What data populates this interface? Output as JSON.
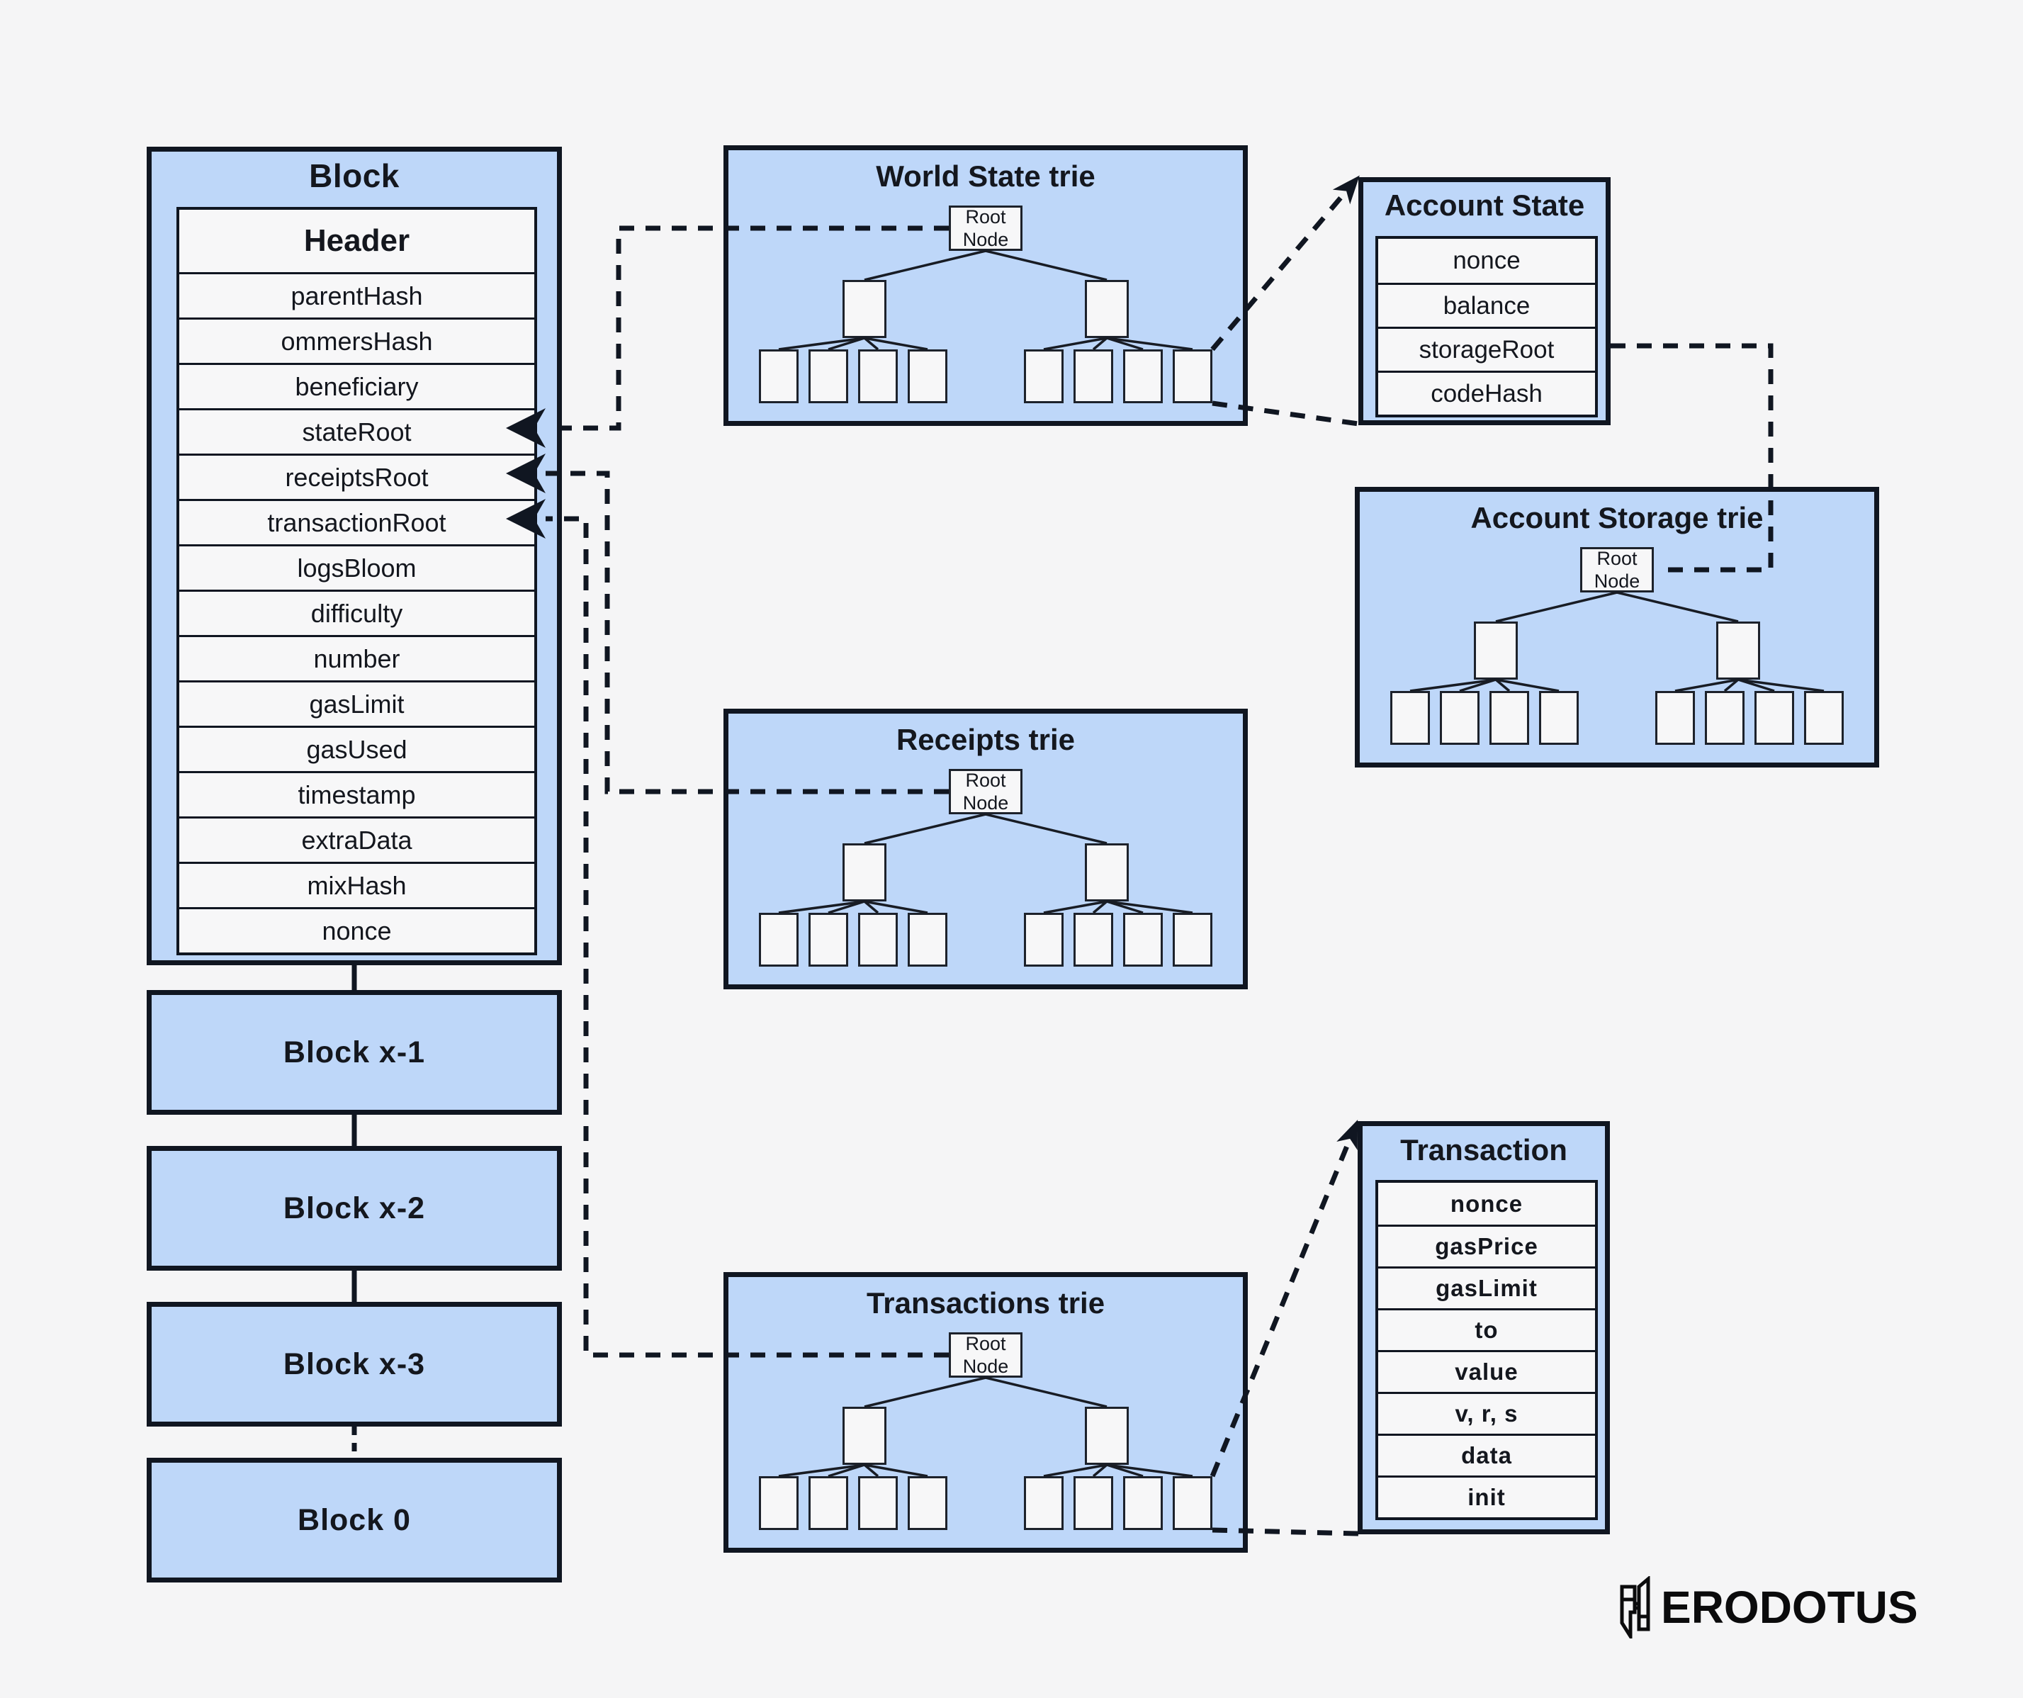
{
  "colors": {
    "background": "#f5f5f6",
    "panel_blue": "#bed7f9",
    "node_white": "#f7f7f8",
    "ink": "#101621",
    "logo_black": "#0b0b0c"
  },
  "block": {
    "title": "Block",
    "header_label": "Header",
    "fields": [
      "parentHash",
      "ommersHash",
      "beneficiary",
      "stateRoot",
      "receiptsRoot",
      "transactionRoot",
      "logsBloom",
      "difficulty",
      "number",
      "gasLimit",
      "gasUsed",
      "timestamp",
      "extraData",
      "mixHash",
      "nonce"
    ]
  },
  "chain": {
    "blocks": [
      "Block x-1",
      "Block x-2",
      "Block x-3",
      "Block 0"
    ]
  },
  "tries": {
    "world_state": {
      "title": "World State trie",
      "root_label": "Root\nNode"
    },
    "receipts": {
      "title": "Receipts trie",
      "root_label": "Root\nNode"
    },
    "transactions": {
      "title": "Transactions trie",
      "root_label": "Root\nNode"
    },
    "account_storage": {
      "title": "Account Storage trie",
      "root_label": "Root\nNode"
    }
  },
  "account_state": {
    "title": "Account State",
    "fields": [
      "nonce",
      "balance",
      "storageRoot",
      "codeHash"
    ]
  },
  "transaction": {
    "title": "Transaction",
    "fields": [
      "nonce",
      "gasPrice",
      "gasLimit",
      "to",
      "value",
      "v, r, s",
      "data",
      "init"
    ]
  },
  "logo": {
    "wordmark": "ERODOTUS"
  }
}
